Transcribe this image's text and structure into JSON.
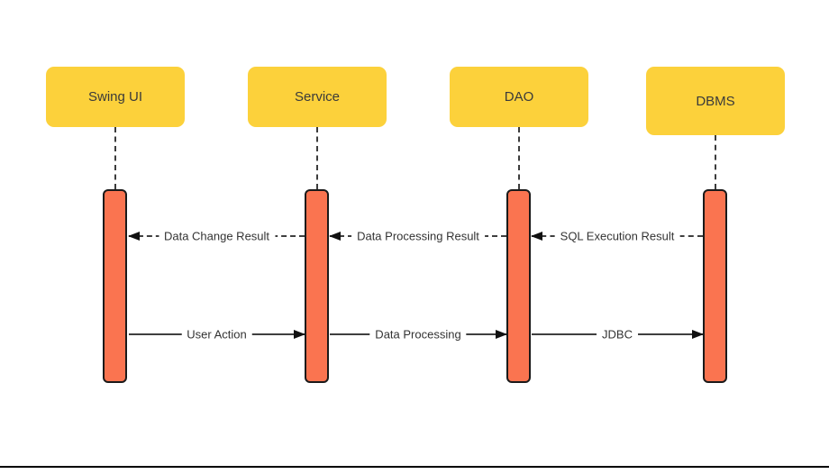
{
  "diagram": {
    "type": "sequence-diagram",
    "actors": [
      {
        "label": "Swing UI"
      },
      {
        "label": "Service"
      },
      {
        "label": "DAO"
      },
      {
        "label": "DBMS"
      }
    ],
    "return_messages": [
      {
        "label": "Data Change Result",
        "from": "Service",
        "to": "Swing UI",
        "style": "dashed"
      },
      {
        "label": "Data Processing Result",
        "from": "DAO",
        "to": "Service",
        "style": "dashed"
      },
      {
        "label": "SQL Execution Result",
        "from": "DBMS",
        "to": "DAO",
        "style": "dashed"
      }
    ],
    "forward_messages": [
      {
        "label": "User Action",
        "from": "Swing UI",
        "to": "Service",
        "style": "solid"
      },
      {
        "label": "Data Processing",
        "from": "Service",
        "to": "DAO",
        "style": "solid"
      },
      {
        "label": "JDBC",
        "from": "DAO",
        "to": "DBMS",
        "style": "solid"
      }
    ],
    "colors": {
      "actor_fill": "#FCD13B",
      "activation_fill": "#FA7450",
      "activation_border": "#1A1A1A",
      "line": "#3F3F3F",
      "text": "#333333"
    }
  }
}
